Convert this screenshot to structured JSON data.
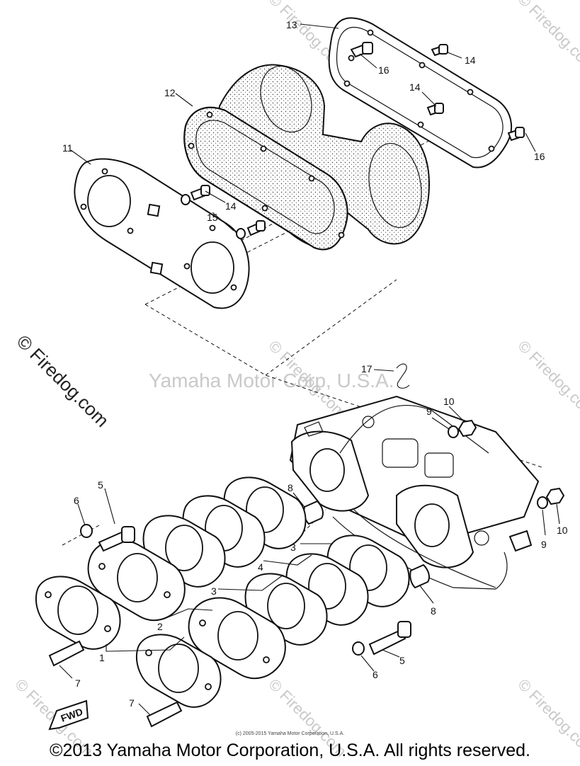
{
  "watermarks": {
    "side": "© Firedog.com",
    "center": "Yamaha Motor Corp, U.S.A."
  },
  "labels": {
    "l1": "1",
    "l2": "2",
    "l3a": "3",
    "l3b": "3",
    "l4": "4",
    "l5a": "5",
    "l5b": "5",
    "l6a": "6",
    "l6b": "6",
    "l7a": "7",
    "l7b": "7",
    "l8a": "8",
    "l8b": "8",
    "l9a": "9",
    "l9b": "9",
    "l10a": "10",
    "l10b": "10",
    "l11": "11",
    "l12": "12",
    "l13": "13",
    "l14a": "14",
    "l14b": "14",
    "l14c": "14",
    "l15": "15",
    "l16a": "16",
    "l16b": "16",
    "l17": "17"
  },
  "fwd_marker": "FWD",
  "small_copyright": "(c) 2005-2015 Yamaha Motor Corporation, U.S.A.",
  "copyright": "©2013 Yamaha Motor Corporation, U.S.A. All rights reserved."
}
